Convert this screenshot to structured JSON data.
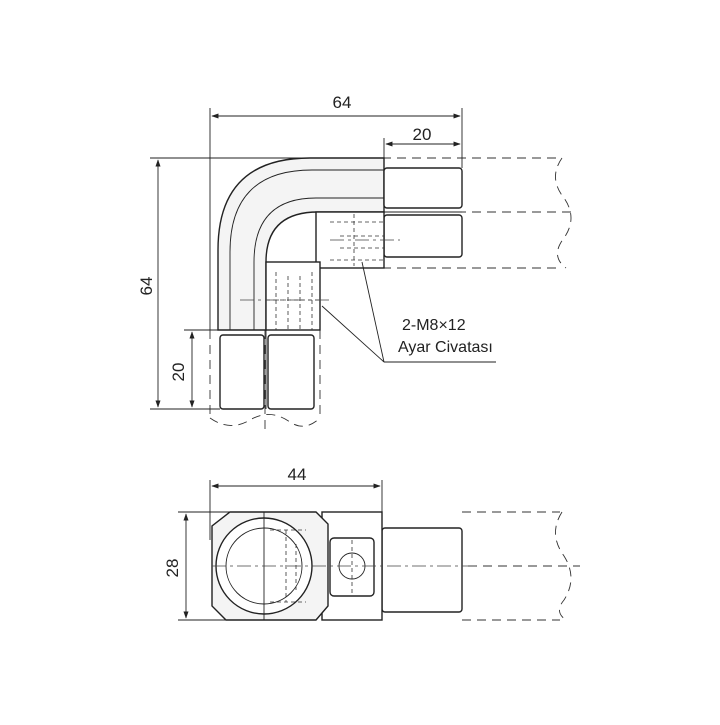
{
  "dimensions": {
    "top_width": "64",
    "top_height": "64",
    "top_leg": "20",
    "top_bottom_leg": "20",
    "bottom_width": "44",
    "bottom_height": "28"
  },
  "callout": {
    "line1": "2-M8×12",
    "line2": "Ayar Civatası"
  }
}
